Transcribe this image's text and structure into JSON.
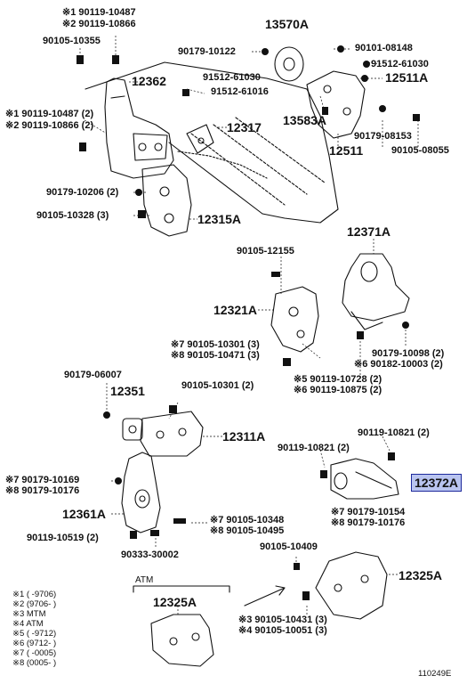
{
  "diagram_code": "110249E",
  "highlighted_part": "12372A",
  "atm_label": "ATM",
  "labels": {
    "p90119_10487_top": "※1  90119-10487",
    "p90119_10866_top": "※2  90119-10866",
    "p90105_10355": "90105-10355",
    "p13570a": "13570A",
    "p90179_10122": "90179-10122",
    "p90101_08148": "90101-08148",
    "p91512_61030_a": "91512-61030",
    "p91512_61016": "91512-61016",
    "p12362": "12362",
    "p91512_61030_b": "91512-61030",
    "p12511a": "12511A",
    "p90119_10487_2": "※1  90119-10487 (2)",
    "p90119_10866_2": "※2  90119-10866 (2)",
    "p12317": "12317",
    "p13583a": "13583A",
    "p90179_08153": "90179-08153",
    "p90105_08055": "90105-08055",
    "p12511": "12511",
    "p90179_10206": "90179-10206 (2)",
    "p90105_10328": "90105-10328 (3)",
    "p12315a": "12315A",
    "p12371a": "12371A",
    "p90105_12155": "90105-12155",
    "p12321a": "12321A",
    "p90105_10301_3": "※7  90105-10301 (3)",
    "p90105_10471_3": "※8  90105-10471 (3)",
    "p90179_10098_2": "90179-10098 (2)",
    "p90182_10003_2": "※6  90182-10003 (2)",
    "p90119_10728_2": "※5  90119-10728 (2)",
    "p90119_10875_2": "※6  90119-10875 (2)",
    "p90179_06007": "90179-06007",
    "p12351": "12351",
    "p90105_10301_2": "90105-10301 (2)",
    "p12311a": "12311A",
    "p90119_10821_2a": "90119-10821 (2)",
    "p90119_10821_2b": "90119-10821 (2)",
    "p90179_10169": "※7  90179-10169",
    "p90179_10176_a": "※8  90179-10176",
    "p12372a": "12372A",
    "p12361a": "12361A",
    "p90105_10348": "※7  90105-10348",
    "p90105_10495": "※8  90105-10495",
    "p90179_10154": "※7  90179-10154",
    "p90179_10176_b": "※8  90179-10176",
    "p90119_10519_2": "90119-10519 (2)",
    "p90333_30002": "90333-30002",
    "p90105_10409": "90105-10409",
    "p12325a_right": "12325A",
    "p12325a_left": "12325A",
    "p90105_10431_3": "※3  90105-10431 (3)",
    "p90105_10051_3": "※4  90105-10051 (3)"
  },
  "legend": [
    "※1  (        -9706)",
    "※2  (9706-        )",
    "※3  MTM",
    "※4  ATM",
    "※5  (        -9712)",
    "※6  (9712-        )",
    "※7  (        -0005)",
    "※8  (0005-        )"
  ]
}
